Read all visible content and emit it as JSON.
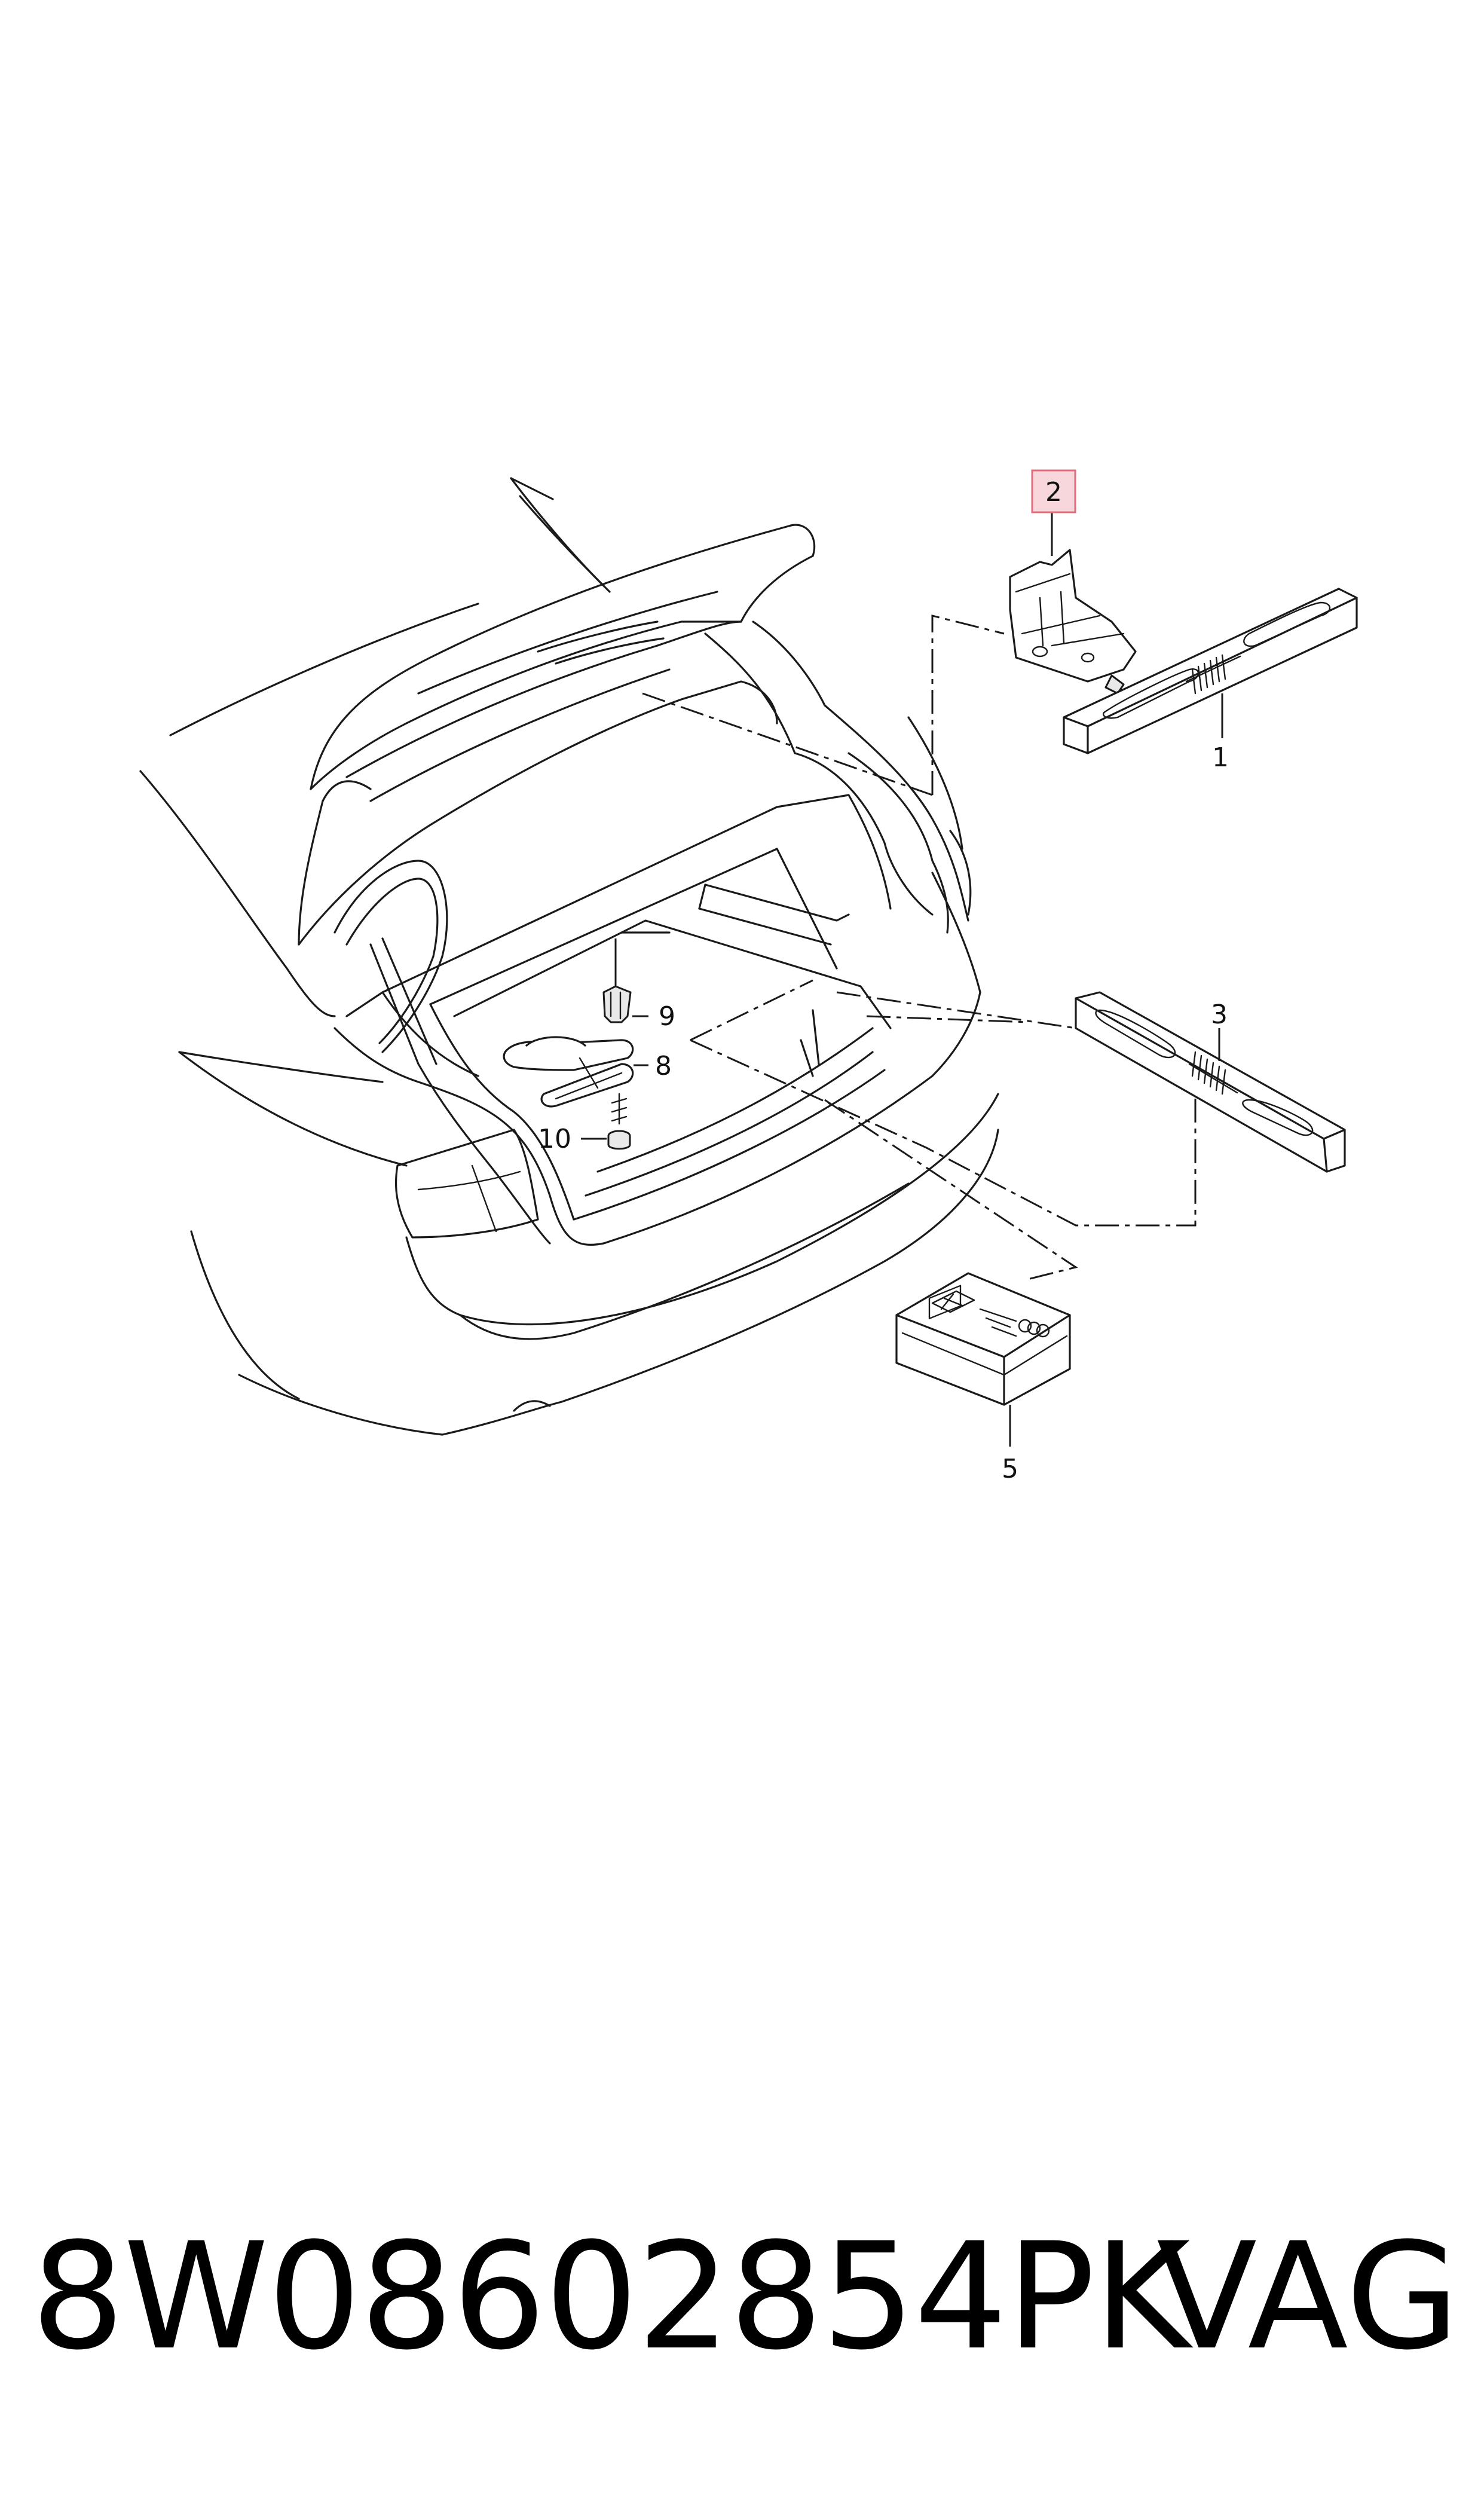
{
  "diagram": {
    "callouts": [
      {
        "id": "1",
        "label": "1"
      },
      {
        "id": "2",
        "label": "2",
        "highlighted": true
      },
      {
        "id": "3",
        "label": "3"
      },
      {
        "id": "5",
        "label": "5"
      },
      {
        "id": "8",
        "label": "8"
      },
      {
        "id": "9",
        "label": "9"
      },
      {
        "id": "10",
        "label": "10"
      }
    ],
    "highlight_color": "#f7d7dc",
    "highlight_border": "#e06c7c",
    "line_color": "#1a1a1a"
  },
  "footer": {
    "part_number": "8W08602854PK",
    "brand": "VAG"
  }
}
